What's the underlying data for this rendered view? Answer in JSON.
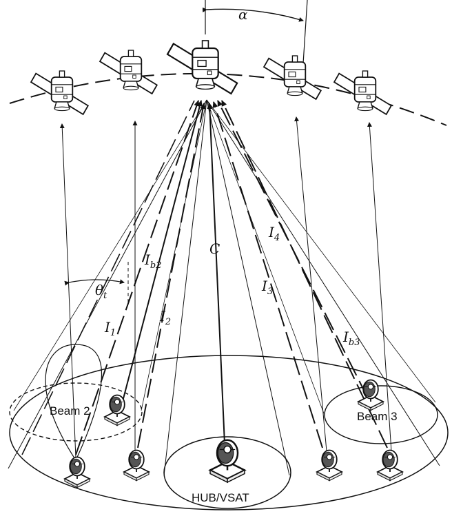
{
  "labels": {
    "alpha": "α",
    "theta": "θ",
    "theta_sub": "t",
    "C": "C",
    "I": "I",
    "i1_sub": "1",
    "i2_sub": "2",
    "i3_sub": "3",
    "i4_sub": "4",
    "ib2_sub": "b2",
    "ib3_sub": "b3",
    "beam2": "Beam 2",
    "beam3": "Beam 3",
    "hub": "HUB/VSAT"
  }
}
